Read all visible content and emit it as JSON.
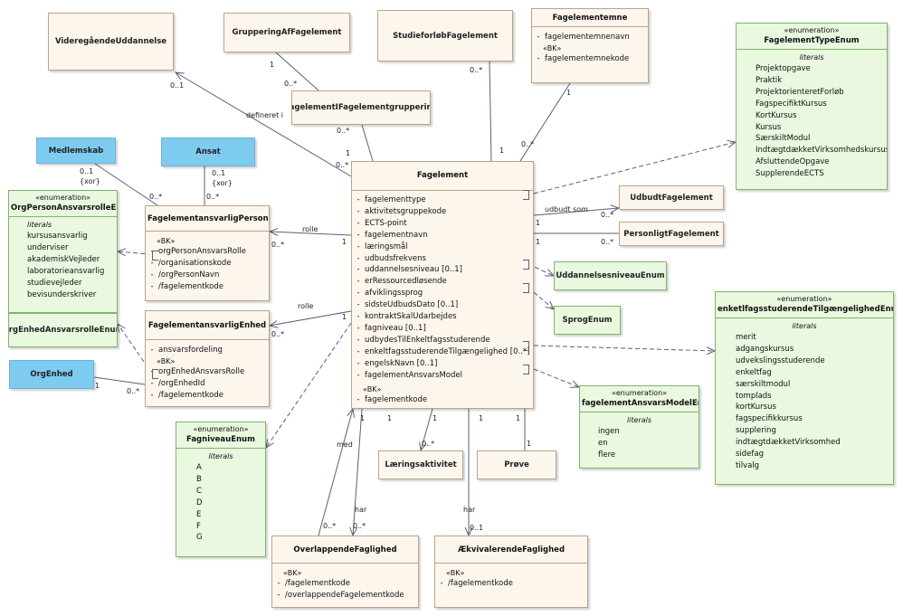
{
  "boxes": {
    "videregaaende": "VideregåendeUddannelse",
    "gruppering": "GrupperingAfFagelement",
    "studieforloeb": "StudieforløbFagelement",
    "fagelementemne": {
      "name": "Fagelementemne",
      "attr1": "fagelementemnenavn",
      "bk": "«BK»",
      "attr2": "fagelementemnekode"
    },
    "fagelementTypeEnum": {
      "stereotype": "«enumeration»",
      "name": "FagelementTypeEnum",
      "literals_label": "literals",
      "values": [
        "Projektopgave",
        "Praktik",
        "ProjektorienteretForløb",
        "FagspecifiktKursus",
        "KortKursus",
        "Kursus",
        "SærskiltModul",
        "IndtægtdækketVirksomhedskursus",
        "AfsluttendeOpgave",
        "SupplerendeECTS"
      ]
    },
    "fiFgruppering": "FagelementIFagelementgruppering",
    "medlemskab": "Medlemskab",
    "ansat": "Ansat",
    "orgPersonEnum": {
      "stereotype": "«enumeration»",
      "name": "OrgPersonAnsvarsrolleEnum",
      "literals_label": "literals",
      "values": [
        "kursusansvarlig",
        "underviser",
        "akademiskVejleder",
        "laboratorieansvarlig",
        "studievejleder",
        "bevisunderskriver"
      ]
    },
    "fagelementansvarligPerson": {
      "name": "FagelementansvarligPerson",
      "bk": "«BK»",
      "attrs": [
        "orgPersonAnsvarsRolle",
        "/organisationskode",
        "/orgPersonNavn",
        "/fagelementkode"
      ]
    },
    "fagelement": {
      "name": "Fagelement",
      "attrs": [
        "fagelementtype",
        "aktivitetsgruppekode",
        "ECTS-point",
        "fagelementnavn",
        "læringsmål",
        "udbudsfrekvens",
        "uddannelsesniveau [0..1]",
        "erRessourcedløsende",
        "afviklingssprog",
        "sidsteUdbudsDato [0..1]",
        "kontraktSkalUdarbejdes",
        "fagniveau [0..1]",
        "udbydesTilEnkeltfagsstuderende",
        "enkeltfagsstuderendeTilgængelighed [0..*]",
        "engelskNavn [0..1]",
        "fagelementAnsvarsModel"
      ],
      "bk": "«BK»",
      "key": "fagelementkode"
    },
    "udbudtFagelement": "UdbudtFagelement",
    "personligtFagelement": "PersonligtFagelement",
    "uddannelsesniveauEnum": "UddannelsesniveauEnum",
    "sprogEnum": "SprogEnum",
    "orgEnhedAnsvarsrolleEnum": "OrgEnhedAnsvarsrolleEnum",
    "fagelementansvarligEnhed": {
      "name": "FagelementansvarligEnhed",
      "attr0": "ansvarsfordeling",
      "bk": "«BK»",
      "attrs": [
        "orgEnhedAnsvarsRolle",
        "/orgEnhedId",
        "/fagelementkode"
      ]
    },
    "orgEnhed": "OrgEnhed",
    "enkeltfagEnum": {
      "stereotype": "«enumeration»",
      "name": "enketlfagsstuderendeTilgængelighedEnum",
      "literals_label": "literals",
      "values": [
        "merit",
        "adgangskursus",
        "udvekslingsstuderende",
        "enkeltfag",
        "særskiltmodul",
        "tomplads",
        "kortKursus",
        "fagspecifikkursus",
        "supplering",
        "indtægtdækketVirksomhed",
        "sidefag",
        "tilvalg"
      ]
    },
    "ansvarsModelEnum": {
      "stereotype": "«enumeration»",
      "name": "fagelementAnsvarsModelEnum",
      "literals_label": "literals",
      "values": [
        "ingen",
        "en",
        "flere"
      ]
    },
    "fagniveauEnum": {
      "stereotype": "«enumeration»",
      "name": "FagniveauEnum",
      "literals_label": "literals",
      "values": [
        "A",
        "B",
        "C",
        "D",
        "E",
        "F",
        "G"
      ]
    },
    "laeringsaktivitet": "Læringsaktivitet",
    "proeve": "Prøve",
    "overlappende": {
      "name": "OverlappendeFaglighed",
      "bk": "«BK»",
      "attrs": [
        "/fagelementkode",
        "/overlappendeFagelementkode"
      ]
    },
    "aekvivalerende": {
      "name": "ÆkvivalerendeFaglighed",
      "bk": "«BK»",
      "attrs": [
        "/fagelementkode"
      ]
    }
  },
  "labels": {
    "m_0_1": "0..1",
    "m_1": "1",
    "m_0_star": "0..*",
    "xor": "{xor}",
    "defineret_i": "defineret i",
    "rolle": "rolle",
    "udbudt_som": "udbudt som",
    "med": "med",
    "har": "har"
  },
  "colors": {
    "class_fill": "#fdf6ed",
    "class_border": "#b9a489",
    "enum_fill": "#e9f8df",
    "external_fill": "#7ecbf0",
    "line": "#5a5f7a"
  }
}
